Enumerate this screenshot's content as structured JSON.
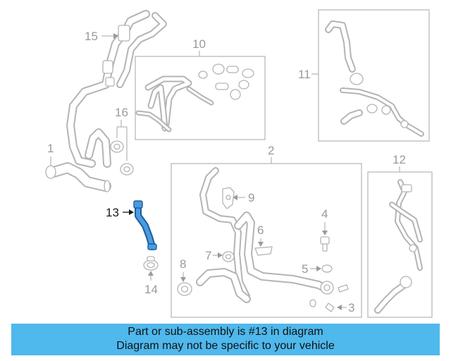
{
  "callouts": {
    "c1": "1",
    "c2": "2",
    "c3": "3",
    "c4": "4",
    "c5": "5",
    "c6": "6",
    "c7": "7",
    "c8": "8",
    "c9": "9",
    "c10": "10",
    "c11": "11",
    "c12": "12",
    "c13": "13",
    "c14": "14",
    "c15": "15",
    "c16": "16"
  },
  "highlighted_part": "13",
  "colors": {
    "highlight": "#2e7ec8",
    "banner": "#4fb8ec",
    "line_art": "#b4b4b4"
  },
  "banner": {
    "line1": "Part or sub-assembly is #13 in diagram",
    "line2": "Diagram may not be specific to your vehicle"
  }
}
